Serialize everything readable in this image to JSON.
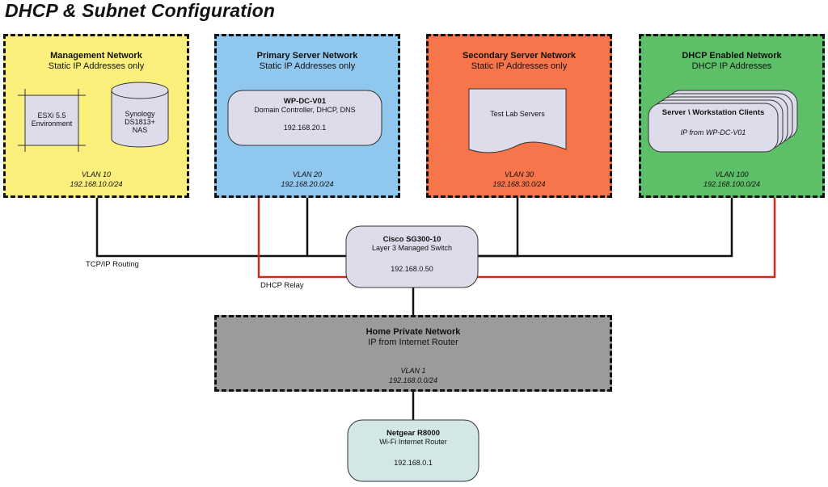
{
  "title": "DHCP & Subnet Configuration",
  "zones": {
    "management": {
      "name": "Management Network",
      "subtitle": "Static IP Addresses only",
      "vlan": "VLAN 10",
      "subnet": "192.168.10.0/24",
      "color": "#fbf07b"
    },
    "primary": {
      "name": "Primary Server Network",
      "subtitle": "Static IP Addresses only",
      "vlan": "VLAN 20",
      "subnet": "192.168.20.0/24",
      "color": "#8fc7ee"
    },
    "secondary": {
      "name": "Secondary Server Network",
      "subtitle": "Static IP Addresses only",
      "vlan": "VLAN 30",
      "subnet": "192.168.30.0/24",
      "color": "#f7754a"
    },
    "dhcp": {
      "name": "DHCP Enabled Network",
      "subtitle": "DHCP IP Addresses",
      "vlan": "VLAN 100",
      "subnet": "192.168.100.0/24",
      "color": "#5dbf67"
    },
    "home": {
      "name": "Home Private Network",
      "subtitle": "IP from Internet Router",
      "vlan": "VLAN 1",
      "subnet": "192.168.0.0/24",
      "color": "#9b9b9b"
    }
  },
  "nodes": {
    "esxi": {
      "label": "ESXi 5.5\nEnvironment"
    },
    "nas": {
      "label": "Synology\nDS1813+\nNAS"
    },
    "dc": {
      "name": "WP-DC-V01",
      "role": "Domain Controller, DHCP, DNS",
      "ip": "192.168.20.1"
    },
    "testlab": {
      "label": "Test Lab Servers"
    },
    "clients": {
      "name": "Server \\ Workstation Clients",
      "ip": "IP from WP-DC-V01"
    },
    "switch": {
      "name": "Cisco SG300-10",
      "role": "Layer 3 Managed Switch",
      "ip": "192.168.0.50"
    },
    "router": {
      "name": "Netgear R8000",
      "role": "Wi-Fi Internet Router",
      "ip": "192.168.0.1"
    }
  },
  "labels": {
    "routing": "TCP/IP Routing",
    "relay": "DHCP Relay"
  },
  "colors": {
    "routing_line": "#111111",
    "relay_line": "#d9231d",
    "node_fill": "#dcdceb",
    "router_fill": "#d3e8e6"
  }
}
